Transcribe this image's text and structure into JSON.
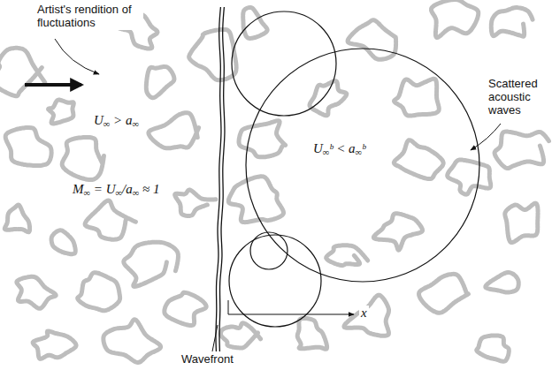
{
  "diagram": {
    "labels": [
      "Artist's rendition of fluctuations",
      "U∞ > a∞",
      "M∞ = U∞/a∞ ≈ 1",
      "U∞ᵇ < a∞ᵇ",
      "Scattered acoustic waves",
      "Wavefront",
      "x"
    ]
  }
}
